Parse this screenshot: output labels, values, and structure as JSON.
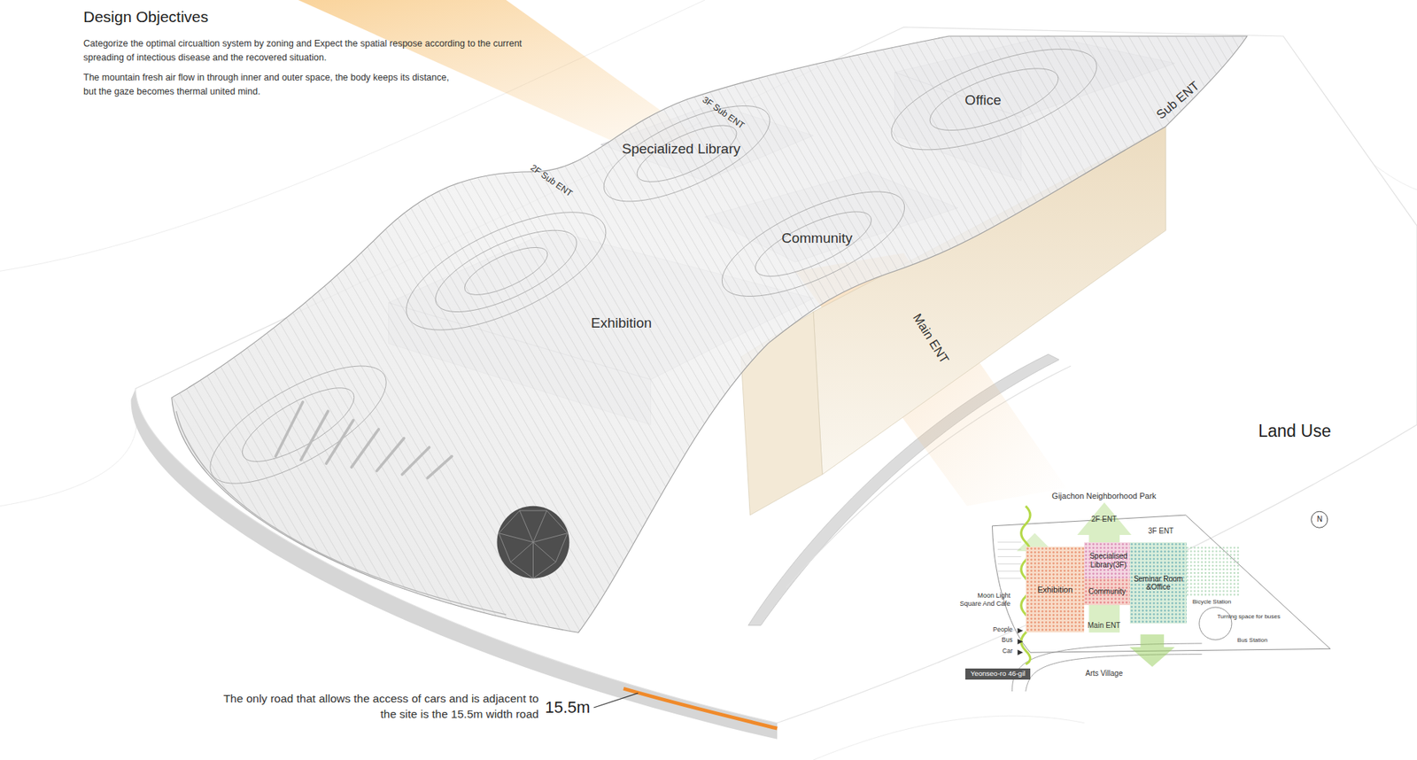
{
  "diagram": {
    "title": "Design Objectives",
    "nodes": [
      {
        "text": [
          "Exhibition"
        ]
      },
      {
        "text": [
          "Specialised Library(3F)"
        ]
      },
      {
        "text": [
          "Community"
        ]
      },
      {
        "text": [
          "Seminar Room &Office"
        ]
      },
      {
        "text": [
          "Yeonseo-ro 46-gil"
        ]
      }
    ],
    "labels": [
      "Categorize the optimal circualtion system by zoning and Expect the spatial respose according to the current spreading of intectious disease and the recovered situation.",
      "The mountain fresh air flow in through inner and outer space, the body keeps its distance, but the gaze becomes thermal united mind.",
      "3F Sub ENT",
      "Specialized Library",
      "Office",
      "Sub ENT",
      "2F Sub ENT",
      "Community",
      "Exhibition",
      "Main ENT",
      "Land Use",
      "The only road that allows the access of cars and is adjacent to the site is the 15.5m width road",
      "15.5m",
      "Gijachon Neighborhood Park",
      "2F ENT",
      "3F ENT",
      "Moon Light Square And Cafe",
      "Main ENT",
      "People",
      "Bus",
      "Car",
      "Bicycle Station",
      "Turning space for buses",
      "Bus Station",
      "Arts Village",
      "N"
    ]
  }
}
